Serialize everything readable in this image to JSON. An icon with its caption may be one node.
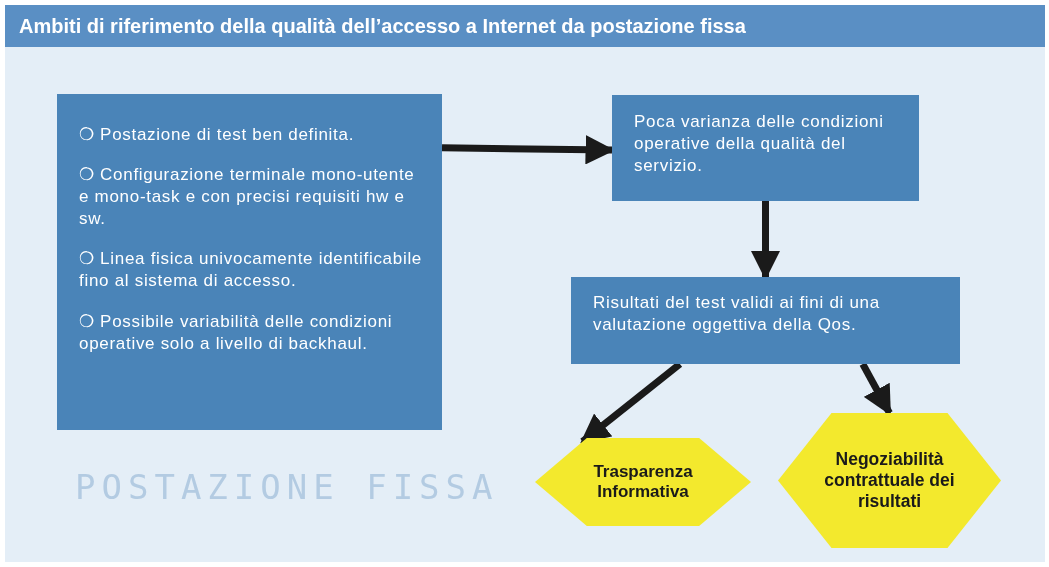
{
  "diagram": {
    "title": "Ambiti di riferimento della qualità dell’accesso a Internet da postazione fissa",
    "nodes": [
      {
        "text": [
          "❍ Postazione di test ben definita.",
          "❍ Configurazione terminale mono-utente e mono-task e con precisi requisiti hw e sw.",
          "❍ Linea fisica univocamente identificabile fino al sistema di accesso.",
          "❍ Possibile variabilità delle condizioni operative solo a livello di backhaul."
        ]
      },
      {
        "text": [
          "Poca varianza delle condizioni operative della qualità del servizio."
        ]
      },
      {
        "text": [
          "Risultati del test validi ai fini di una valutazione oggettiva della Qos."
        ]
      },
      {
        "text": [
          "Trasparenza Informativa"
        ]
      },
      {
        "text": [
          "Negoziabilità contrattuale dei risultati"
        ]
      }
    ],
    "edges": [
      {
        "from": 0,
        "to": 1,
        "arrow": "to"
      },
      {
        "from": 1,
        "to": 2,
        "arrow": "to"
      },
      {
        "from": 2,
        "to": 3,
        "arrow": "to"
      },
      {
        "from": 2,
        "to": 4,
        "arrow": "to"
      }
    ],
    "labels": [
      "POSTAZIONE FISSA"
    ]
  }
}
